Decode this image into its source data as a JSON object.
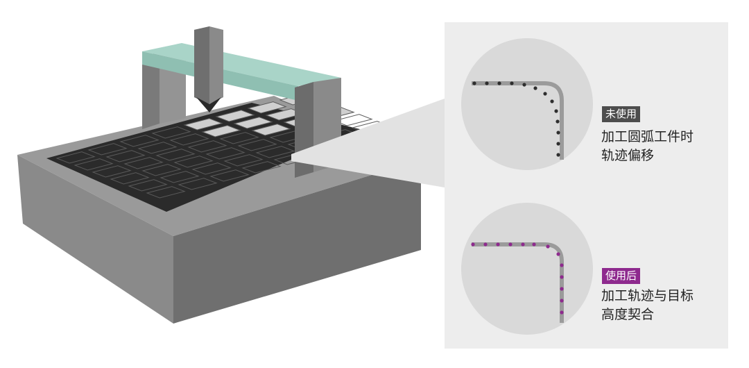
{
  "colors": {
    "badge_before": "#4d4d4d",
    "badge_after": "#8e2a8e",
    "dots_before": "#2e2e2e",
    "dots_after": "#8e2a8e",
    "path_gray": "#9b9b9b",
    "gantry_rail": "#a9d4c8",
    "machine_base": "#7d7d7d",
    "work_surface": "#2b2b2b",
    "workpiece": "#cfcfcf"
  },
  "before": {
    "badge": "未使用",
    "line1": "加工圆弧工件时",
    "line2": "轨迹偏移"
  },
  "after": {
    "badge": "使用后",
    "line1": "加工轨迹与目标",
    "line2": "高度契合"
  }
}
